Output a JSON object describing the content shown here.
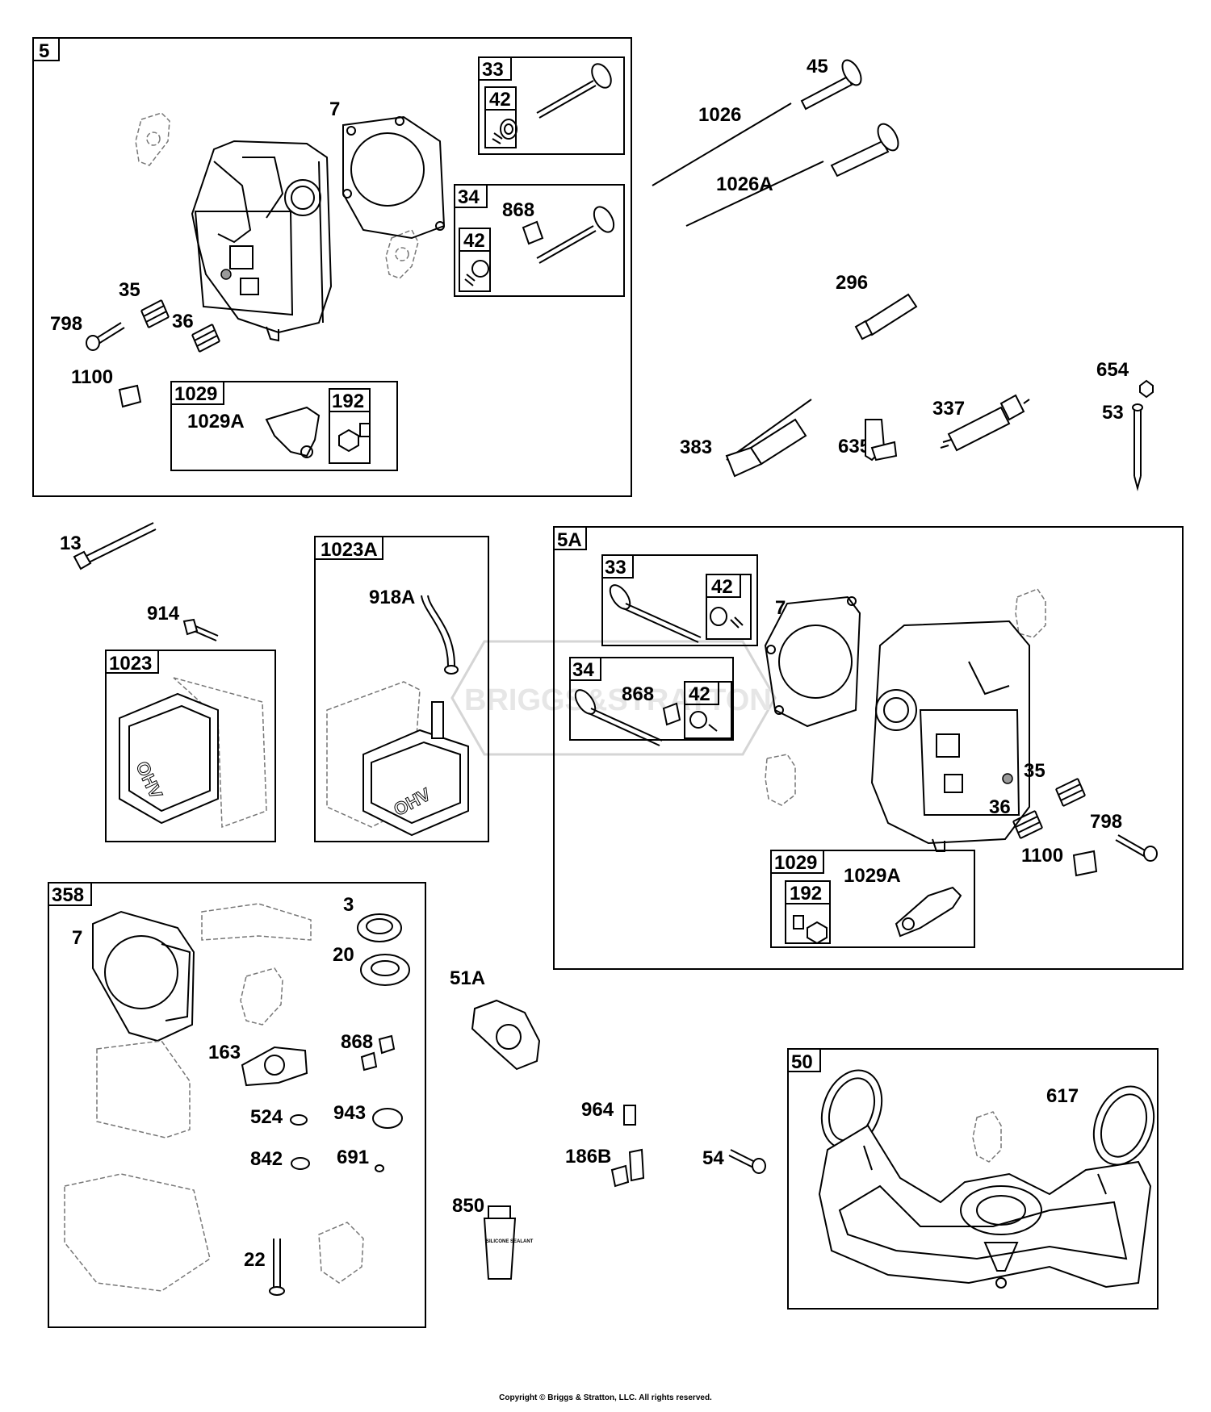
{
  "boxes": {
    "b5": "5",
    "b33": "33",
    "b42a": "42",
    "b34": "34",
    "b42b": "42",
    "b1029": "1029",
    "b192": "192",
    "b1023": "1023",
    "b1023a": "1023A",
    "b5a": "5A",
    "b33b": "33",
    "b42c": "42",
    "b34b": "34",
    "b42d": "42",
    "b1029b": "1029",
    "b192b": "192",
    "b358": "358",
    "b50": "50"
  },
  "labels": {
    "p7a": "7",
    "p35a": "35",
    "p36a": "36",
    "p798a": "798",
    "p1100a": "1100",
    "p1029Aa": "1029A",
    "p868a": "868",
    "p45": "45",
    "p1026": "1026",
    "p1026A": "1026A",
    "p296": "296",
    "p654": "654",
    "p53": "53",
    "p337": "337",
    "p383": "383",
    "p635": "635",
    "p13": "13",
    "p914": "914",
    "p918A": "918A",
    "p7b": "7",
    "p868b": "868",
    "p35b": "35",
    "p36b": "36",
    "p798b": "798",
    "p1100b": "1100",
    "p1029Ab": "1029A",
    "p7c": "7",
    "p3": "3",
    "p20": "20",
    "p163": "163",
    "p868c": "868",
    "p524": "524",
    "p943": "943",
    "p842": "842",
    "p691": "691",
    "p22": "22",
    "p51A": "51A",
    "p964": "964",
    "p186B": "186B",
    "p850": "850",
    "p54": "54",
    "p617": "617"
  },
  "cover_text": "OHV",
  "sealant_text": "SILICONE SEALANT",
  "watermark": "BRIGGS&STRATTON",
  "copyright": "Copyright © Briggs & Stratton, LLC. All rights reserved."
}
